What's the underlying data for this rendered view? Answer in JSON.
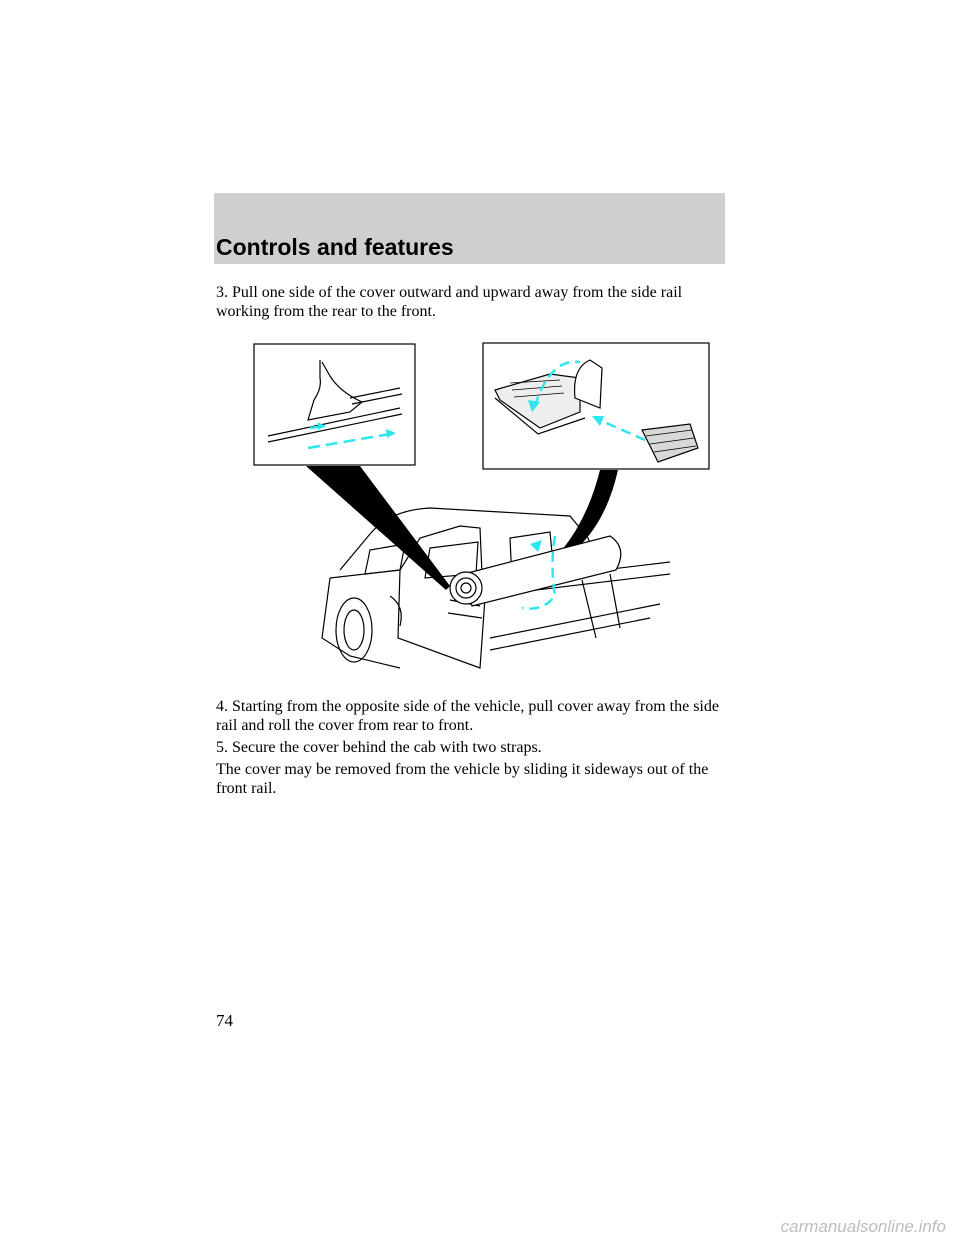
{
  "header": {
    "section_title": "Controls and features"
  },
  "content": {
    "paragraphs": [
      "3. Pull one side of the cover outward and upward away from the side rail working from the rear to the front.",
      "4. Starting from the opposite side of the vehicle, pull cover away from the side rail and roll the cover from rear to front.",
      "5. Secure the cover behind the cab with two straps.",
      "The cover may be removed from the vehicle by sliding it sideways out of the front rail."
    ]
  },
  "figure": {
    "icon": "truck-bed-cover-removal-illustration",
    "arrow_color": "#2ee6ee"
  },
  "footer": {
    "page_number": "74",
    "watermark": "carmanualsonline.info"
  }
}
